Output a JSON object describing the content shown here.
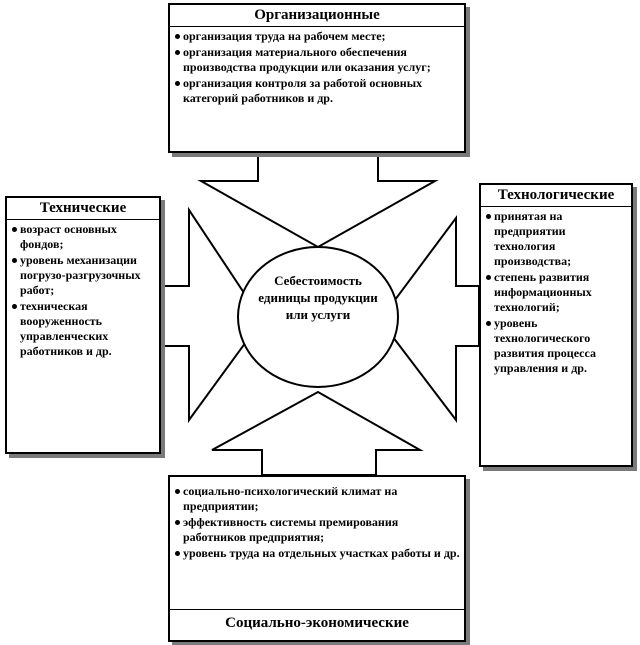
{
  "center": {
    "label": "Себестоимость единицы продукции или услуги"
  },
  "boxes": {
    "top": {
      "title": "Организационные",
      "items": [
        "организация труда на рабочем месте;",
        "организация материального обеспечения производства продукции или оказания услуг;",
        "организация контроля за работой основных категорий работников и др."
      ]
    },
    "left": {
      "title": "Технические",
      "items": [
        "возраст основных фондов;",
        "уровень механизации погрузо-разгрузочных работ;",
        "техническая вооруженность управленческих работников и др."
      ]
    },
    "right": {
      "title": "Технологические",
      "items": [
        "принятая на предприятии технология производства;",
        "степень развития информационных технологий;",
        "уровень технологического развития процесса управления и др."
      ]
    },
    "bottom": {
      "title": "Социально-экономические",
      "items": [
        "социально-психологический климат на предприятии;",
        "эффективность системы премирования работников предприятия;",
        "уровень труда на отдельных участках работы и др."
      ]
    }
  }
}
